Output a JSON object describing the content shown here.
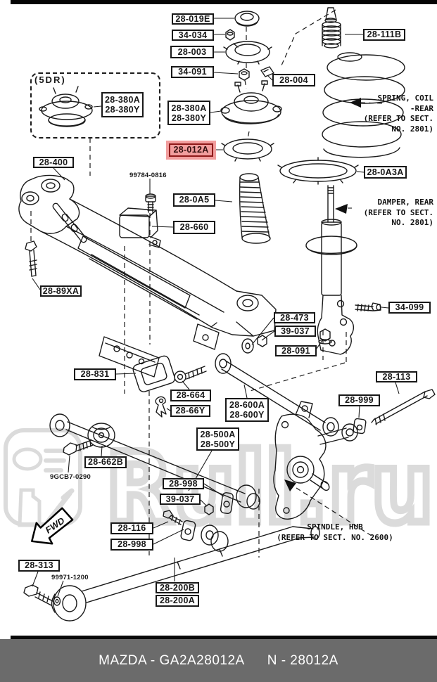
{
  "parts": {
    "p28_019E": "28-019E",
    "p34_034": "34-034",
    "p28_003": "28-003",
    "p34_091": "34-091",
    "p28_380A": "28-380A",
    "p28_380Y": "28-380Y",
    "p28_012A": "28-012A",
    "p28_400": "28-400",
    "p28_0A5": "28-0A5",
    "p28_660": "28-660",
    "p28_111B": "28-111B",
    "p28_004": "28-004",
    "p28_0A3A": "28-0A3A",
    "p34_099": "34-099",
    "p28_89XA": "28-89XA",
    "p28_473": "28-473",
    "p39_037": "39-037",
    "p28_091": "28-091",
    "p28_831": "28-831",
    "p28_664": "28-664",
    "p28_66Y": "28-66Y",
    "p28_600A": "28-600A",
    "p28_600Y": "28-600Y",
    "p28_113": "28-113",
    "p28_999": "28-999",
    "p28_500A": "28-500A",
    "p28_500Y": "28-500Y",
    "p28_662B": "28-662B",
    "p28_998": "28-998",
    "p28_116": "28-116",
    "p28_313": "28-313",
    "p28_200B": "28-200B",
    "p28_200A": "28-200A"
  },
  "codes": {
    "c99784": "99784-0816",
    "c9GCB7": "9GCB7-0290",
    "c99971": "99971-1200"
  },
  "notes": {
    "variant": "(5DR)",
    "spring": [
      "SPRING, COIL",
      "-REAR",
      "(REFER TO SECT.",
      "NO. 2801)"
    ],
    "damper": [
      "DAMPER, REAR",
      "(REFER TO SECT.",
      "NO. 2801)"
    ],
    "spindle": [
      "SPINDLE, HUB",
      "(REFER TO SECT. NO. 2600)"
    ],
    "fwd": "FWD"
  },
  "watermark": {
    "text": "Rull.ru"
  },
  "footer": {
    "brand": "MAZDA - GA2A28012A",
    "number": "N - 28012A"
  },
  "colors": {
    "highlight_bg": "#f29e9e",
    "highlight_border": "#8f1a1a",
    "footer_bg": "#6b6b6b",
    "watermark": "#b9b9b9",
    "line": "#1a1a1a"
  }
}
